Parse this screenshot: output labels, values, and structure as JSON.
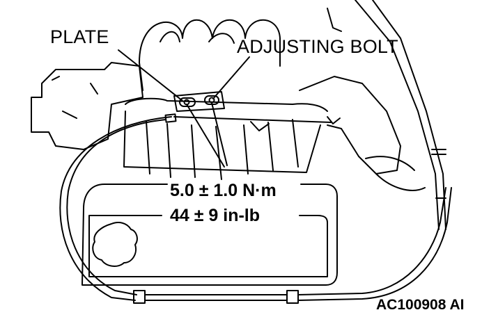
{
  "labels": {
    "plate": "PLATE",
    "adjusting_bolt": "ADJUSTING BOLT"
  },
  "torque": {
    "metric": "5.0 ± 1.0 N·m",
    "imperial": "44 ± 9 in-lb"
  },
  "figure_id": "AC100908 AI",
  "colors": {
    "ink": "#000000",
    "paper": "#ffffff"
  }
}
